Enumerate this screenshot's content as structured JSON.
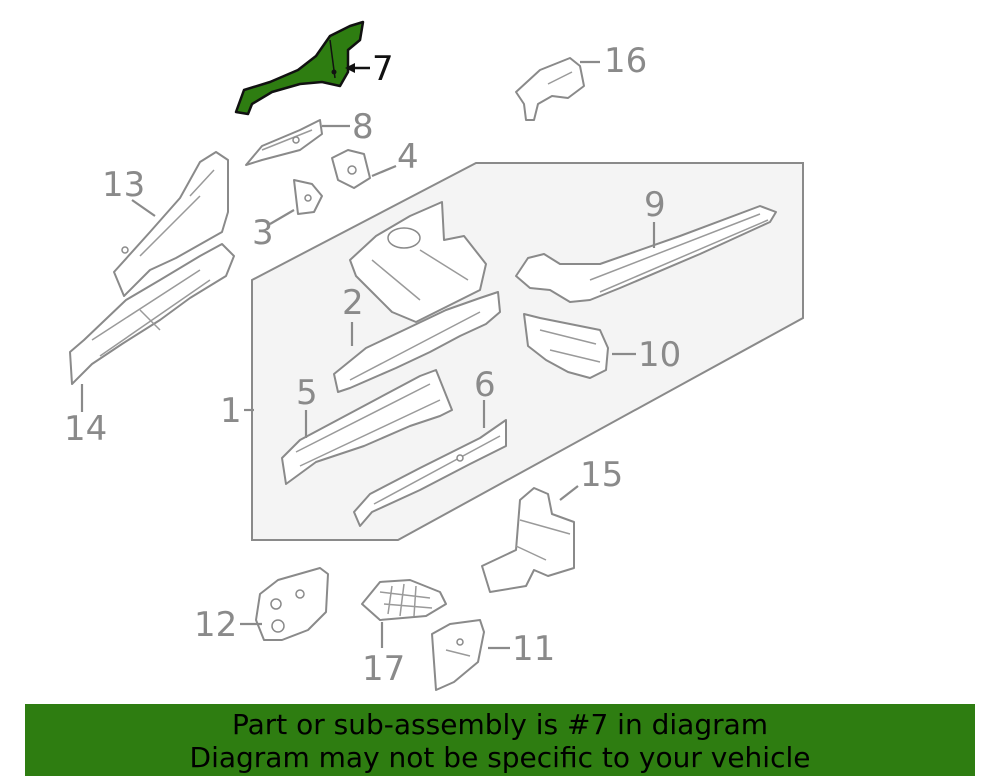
{
  "diagram": {
    "highlight_color": "#2e7d11",
    "line_color": "#8a8a8a",
    "labels": {
      "p1": "1",
      "p2": "2",
      "p3": "3",
      "p4": "4",
      "p5": "5",
      "p6": "6",
      "p7": "7",
      "p8": "8",
      "p9": "9",
      "p10": "10",
      "p11": "11",
      "p12": "12",
      "p13": "13",
      "p14": "14",
      "p15": "15",
      "p16": "16",
      "p17": "17"
    }
  },
  "banner": {
    "line1": "Part or sub-assembly is #7 in diagram",
    "line2": "Diagram may not be specific to your vehicle",
    "background": "#2e7d11"
  }
}
